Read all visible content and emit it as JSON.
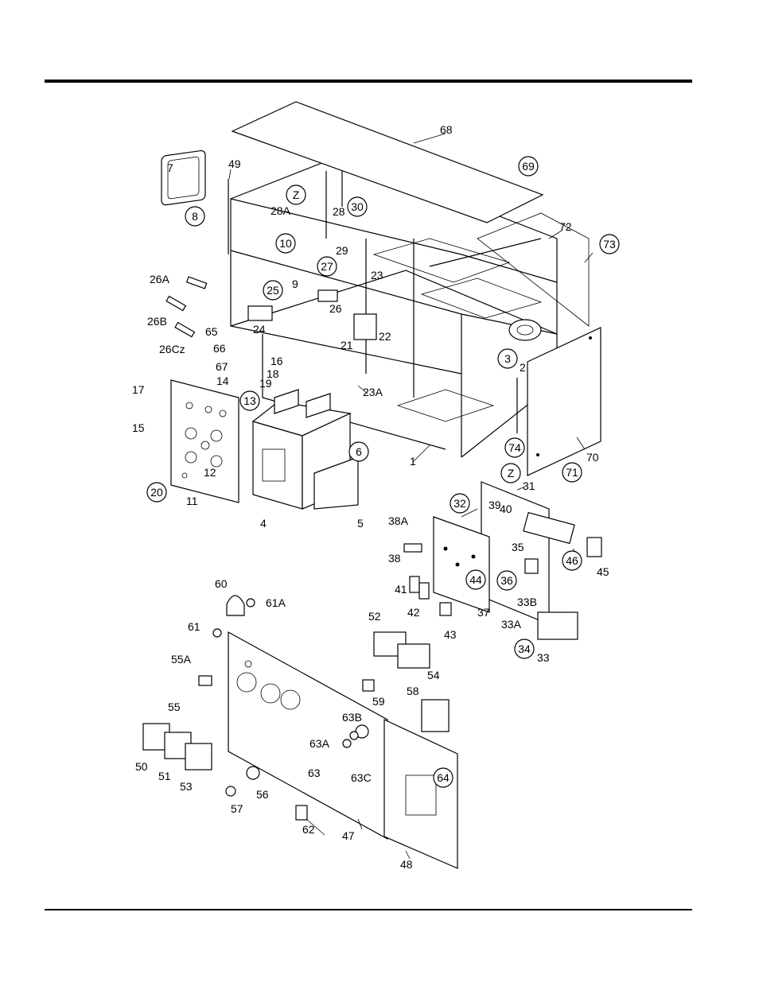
{
  "diagram": {
    "plain_callouts": [
      "68",
      "7",
      "49",
      "28A",
      "28",
      "29",
      "26A",
      "26B",
      "26Cz",
      "65",
      "66",
      "67",
      "9",
      "26",
      "24",
      "21",
      "22",
      "23",
      "16",
      "18",
      "19",
      "14",
      "17",
      "15",
      "12",
      "11",
      "4",
      "5",
      "1",
      "23A",
      "2",
      "72",
      "70",
      "31",
      "38A",
      "38",
      "41",
      "42",
      "35",
      "45",
      "33B",
      "33A",
      "33",
      "37",
      "39",
      "40",
      "43",
      "60",
      "61A",
      "61",
      "52",
      "54",
      "55A",
      "55",
      "59",
      "58",
      "63B",
      "63A",
      "63",
      "63C",
      "50",
      "51",
      "53",
      "56",
      "57",
      "62",
      "47",
      "48"
    ],
    "circled_callouts": [
      "69",
      "73",
      "8",
      "Z",
      "30",
      "10",
      "27",
      "25",
      "13",
      "20",
      "6",
      "3",
      "74",
      "71",
      "32",
      "Z",
      "36",
      "44",
      "46",
      "34",
      "64"
    ]
  }
}
